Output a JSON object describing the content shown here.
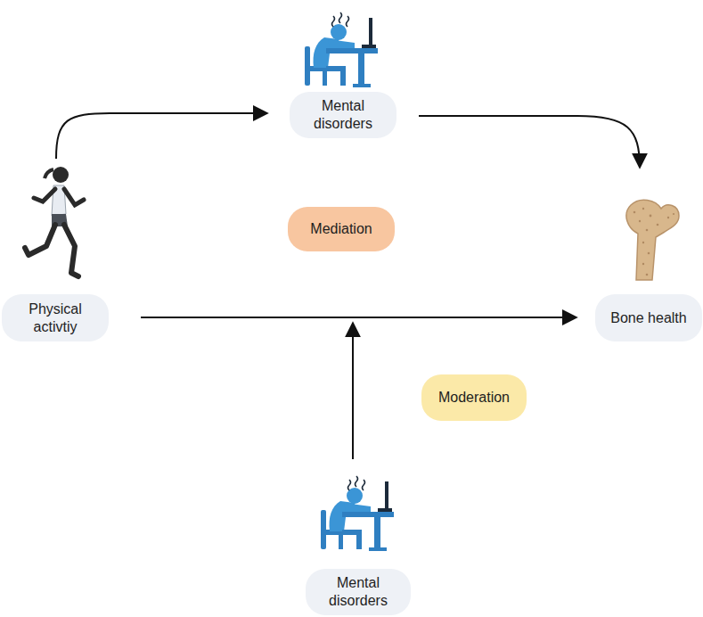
{
  "diagram": {
    "nodes": [
      {
        "text": [
          "Mental disorders"
        ]
      },
      {
        "text": [
          "Physical activtiy"
        ]
      },
      {
        "text": [
          "Mediation"
        ]
      },
      {
        "text": [
          "Bone health"
        ]
      },
      {
        "text": [
          "Moderation"
        ]
      },
      {
        "text": [
          "Mental disorders"
        ]
      }
    ],
    "edges": [
      {
        "from": 1,
        "to": 0,
        "arrow": "to"
      },
      {
        "from": 0,
        "to": 3,
        "arrow": "to"
      },
      {
        "from": 1,
        "to": 3,
        "arrow": "to"
      }
    ]
  }
}
